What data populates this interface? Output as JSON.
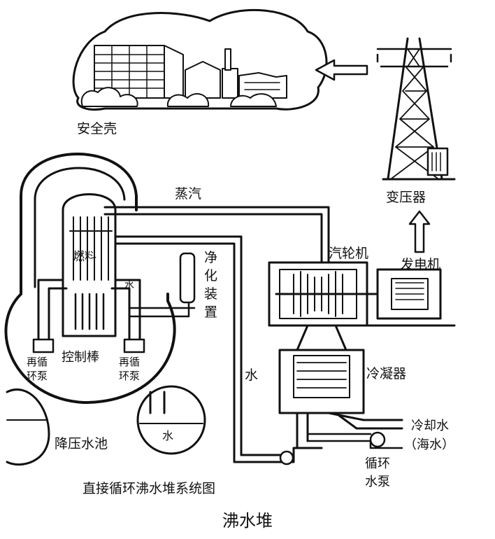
{
  "diagram": {
    "caption": "直接循环沸水堆系统图",
    "title": "沸水堆",
    "labels": {
      "containment": "安全壳",
      "steam": "蒸汽",
      "fuel": "燃料",
      "water_in_vessel": "水",
      "purification_1": "净",
      "purification_2": "化",
      "purification_3": "装",
      "purification_4": "置",
      "turbine": "汽轮机",
      "generator": "发电机",
      "transformer": "变压器",
      "control_rods": "控制棒",
      "recirc_pump_left_1": "再循",
      "recirc_pump_left_2": "环泵",
      "recirc_pump_right_1": "再循",
      "recirc_pump_right_2": "环泵",
      "water_pipe": "水",
      "condenser": "冷凝器",
      "suppression_pool": "降压水池",
      "pool_water": "水",
      "cooling_water_1": "冷却水",
      "cooling_water_2": "（海水）",
      "circ_pump_1": "循环",
      "circ_pump_2": "水泵"
    },
    "icons": [
      "factory-building",
      "transmission-tower",
      "arrow-left",
      "arrow-up"
    ]
  }
}
